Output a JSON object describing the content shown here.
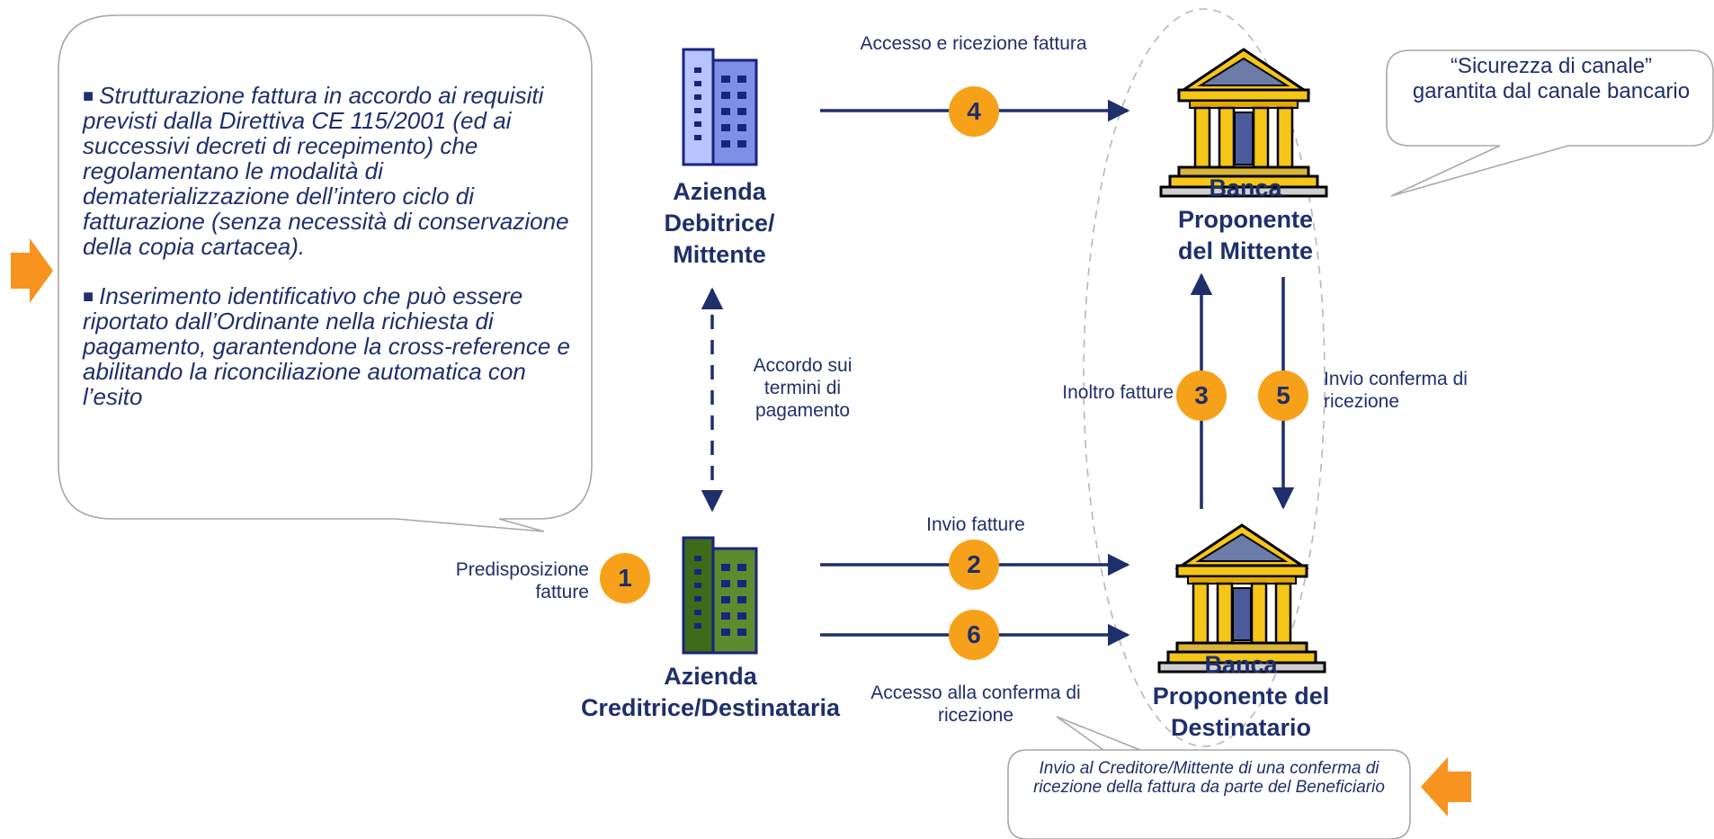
{
  "left_callout": {
    "bullet_icon": "square-bullet",
    "points": [
      "Strutturazione fattura in accordo ai requisiti previsti dalla Direttiva CE 115/2001 (ed ai successivi decreti di recepimento) che regolamentano le modalità di dematerializzazione dell’intero ciclo di fatturazione (senza necessità di conservazione della copia cartacea).",
      "Inserimento identificativo che può essere riportato dall’Ordinante nella richiesta di pagamento, garantendone la cross-reference e abilitando la riconciliazione automatica con l’esito"
    ]
  },
  "right_callout": {
    "text": "“Sicurezza di canale” garantita dal canale bancario"
  },
  "bottom_callout": {
    "text": "Invio al Creditore/Mittente di una conferma di ricezione della fattura da parte del Beneficiario"
  },
  "entities": {
    "debtor": {
      "label": "Azienda Debitrice/ Mittente",
      "icon": "office-building-icon"
    },
    "creditor": {
      "label": "Azienda Creditrice/Destinataria",
      "icon": "office-building-icon"
    },
    "bank_sender": {
      "label": "Banca Proponente del Mittente",
      "icon": "bank-building-icon"
    },
    "bank_receiver": {
      "label": "Banca Proponente del Destinatario",
      "icon": "bank-building-icon"
    }
  },
  "flow_labels": {
    "access_invoice": "Accesso e ricezione fattura",
    "agreement": "Accordo sui termini di pagamento",
    "forward_invoices": "Inoltro fatture",
    "send_confirmation": "Invio conferma di ricezione",
    "prepare_invoices": "Predisposizione fatture",
    "send_invoices": "Invio fatture",
    "access_confirmation": "Accesso alla conferma di ricezione"
  },
  "steps": [
    "1",
    "2",
    "3",
    "4",
    "5",
    "6"
  ],
  "colors": {
    "navy": "#1f2f6b",
    "step_orange": "#f7a11a",
    "pointer_orange": "#f7931e",
    "debtor_building": "#9aa9f4",
    "creditor_building": "#5b8a2f",
    "bank_gold": "#f5c518"
  }
}
